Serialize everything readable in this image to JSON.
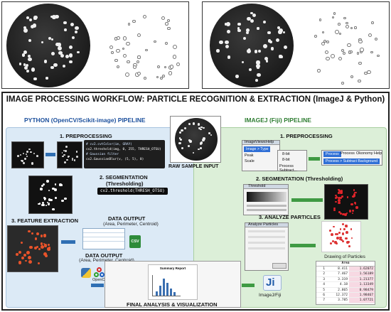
{
  "header": {
    "title": "IMAGE PROCESSING WORKFLOW: PARTICLE RECOGNITION & EXTRACTION (ImageJ & Python)"
  },
  "python": {
    "title": "PYTHON (OpenCV/Scikit-image) PIPELINE",
    "step1": "1. PREPROCESSING",
    "code1": [
      "# cv2.cvtColor(im, GRAY)",
      "cv2.threshold(img, 0, 255, THRESH_OTSU)",
      "# Gaussian filter",
      "cv2.GaussianBlur(v, (5, 5), 0)"
    ],
    "step2": "2. SEGMENTATION",
    "step2_sub": "(Thresholding)",
    "code2": "cv2.threshold(THRESH_OTSU)",
    "step3": "3. FEATURE EXTRACTION",
    "data_output": "DATA OUTPUT",
    "data_output_sub": "(Area, Perimeter, Centroid)",
    "data_output2": "DATA OUTPUT",
    "data_output2_sub": "(Area, Perimeter, Centroid)",
    "csv_label": "CSV",
    "opencv_label": "OpenCV"
  },
  "raw": {
    "label": "RAW SAMPLE INPUT"
  },
  "imagej": {
    "title": "IMAGEJ (Fiji) PIPELINE",
    "step1": "1. PREPROCESSING",
    "menu": [
      "Image",
      "Views",
      "Help"
    ],
    "menu_type": "Image > Type",
    "menu_items": [
      "Process",
      "Process",
      "Okonomy",
      "Help"
    ],
    "menu_rows": [
      "Peak",
      "Scale",
      "Process Subtract..."
    ],
    "type_options": [
      "8-bit",
      "8-bit"
    ],
    "highlight": "Process > Subtract Background",
    "step2": "2. SEGMENTATION (Thresholding)",
    "threshold_win": "Threshold",
    "step3": "3. ANALYZE PARTICLES",
    "analyze_win": "Analyze Particles",
    "drawing_label": "Drawing of Particles",
    "logo": "Ji",
    "logo_label": "ImageJ/Fiji",
    "results_header": "Area",
    "results": [
      [
        "1",
        "8.411",
        "1.62072"
      ],
      [
        "2",
        "7.467",
        "1.56189"
      ],
      [
        "3",
        "3.319",
        "1.21377"
      ],
      [
        "4",
        "4.18",
        "1.13349"
      ],
      [
        "5",
        "2.865",
        "0.98479"
      ],
      [
        "6",
        "12.372",
        "1.98467"
      ],
      [
        "7",
        "3.785",
        "1.07721"
      ]
    ]
  },
  "final": {
    "label": "FINAL ANALYSIS & VISUALIZATION",
    "report_title": "Summary Report"
  }
}
